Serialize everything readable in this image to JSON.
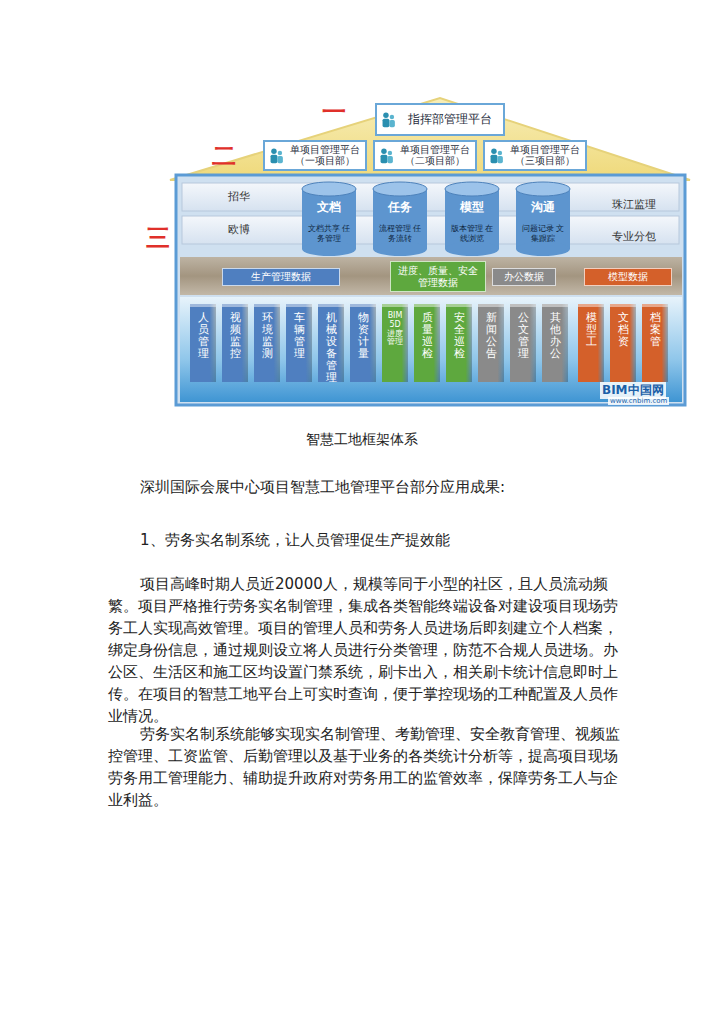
{
  "diagram": {
    "caption": "智慧工地框架体系",
    "nodes": [
      {
        "text": [
          "指挥部管理平台"
        ]
      },
      {
        "text": [
          "单项目管理平台 （一项目部）"
        ]
      },
      {
        "text": [
          "单项目管理平台 （二项目部）"
        ]
      },
      {
        "text": [
          "单项目管理平台 （三项目部）"
        ]
      },
      {
        "text": [
          "文档",
          "文档共享 任务管理"
        ]
      },
      {
        "text": [
          "任务",
          "流程管理 任务流转"
        ]
      },
      {
        "text": [
          "模型",
          "版本管理 在线浏览"
        ]
      },
      {
        "text": [
          "沟通",
          "问题记录 文集跟踪"
        ]
      },
      {
        "text": [
          "生产管理数据"
        ]
      },
      {
        "text": [
          "进度、质量、安全管理数据"
        ]
      },
      {
        "text": [
          "办公数据"
        ]
      },
      {
        "text": [
          "模型数据"
        ]
      },
      {
        "text": [
          "人员管理"
        ]
      },
      {
        "text": [
          "视频监控"
        ]
      },
      {
        "text": [
          "环境监测"
        ]
      },
      {
        "text": [
          "车辆管理"
        ]
      },
      {
        "text": [
          "机械设备管理"
        ]
      },
      {
        "text": [
          "物资计量"
        ]
      },
      {
        "text": [
          "BIM 5D进度管理"
        ]
      },
      {
        "text": [
          "质量巡检"
        ]
      },
      {
        "text": [
          "安全巡检"
        ]
      },
      {
        "text": [
          "新闻公告"
        ]
      },
      {
        "text": [
          "公文管理"
        ]
      },
      {
        "text": [
          "其他办公"
        ]
      },
      {
        "text": [
          "模型工"
        ]
      },
      {
        "text": [
          "文档资"
        ]
      },
      {
        "text": [
          "档案管"
        ]
      }
    ],
    "labels": [
      "一",
      "二",
      "三",
      "招华",
      "欧博",
      "珠江监理",
      "专业分包",
      "BIM中国网",
      "www.cnbim.com",
      "深圳国际会展中心项目智慧工地管理平台部分应用成果:",
      "1、劳务实名制系统，让人员管理促生产提效能",
      "项目高峰时期人员近20000人，规模等同于小型的社区，且人员流动频繁。项目严格推行劳务实名制管理，集成各类智能终端设备对建设项目现场劳务工人实现高效管理。项目的管理人员和劳务人员进场后即刻建立个人档案，绑定身份信息，通过规则设立将人员进行分类管理，防范不合规人员进场。办公区、生活区和施工区均设置门禁系统，刷卡出入，相关刷卡统计信息即时上传。在项目的智慧工地平台上可实时查询，便于掌控现场的工种配置及人员作业情况。",
      "劳务实名制系统能够实现实名制管理、考勤管理、安全教育管理、视频监控管理、工资监管、后勤管理以及基于业务的各类统计分析等，提高项目现场劳务用工管理能力、辅助提升政府对劳务用工的监管效率，保障劳务工人与企业利益。"
    ]
  }
}
